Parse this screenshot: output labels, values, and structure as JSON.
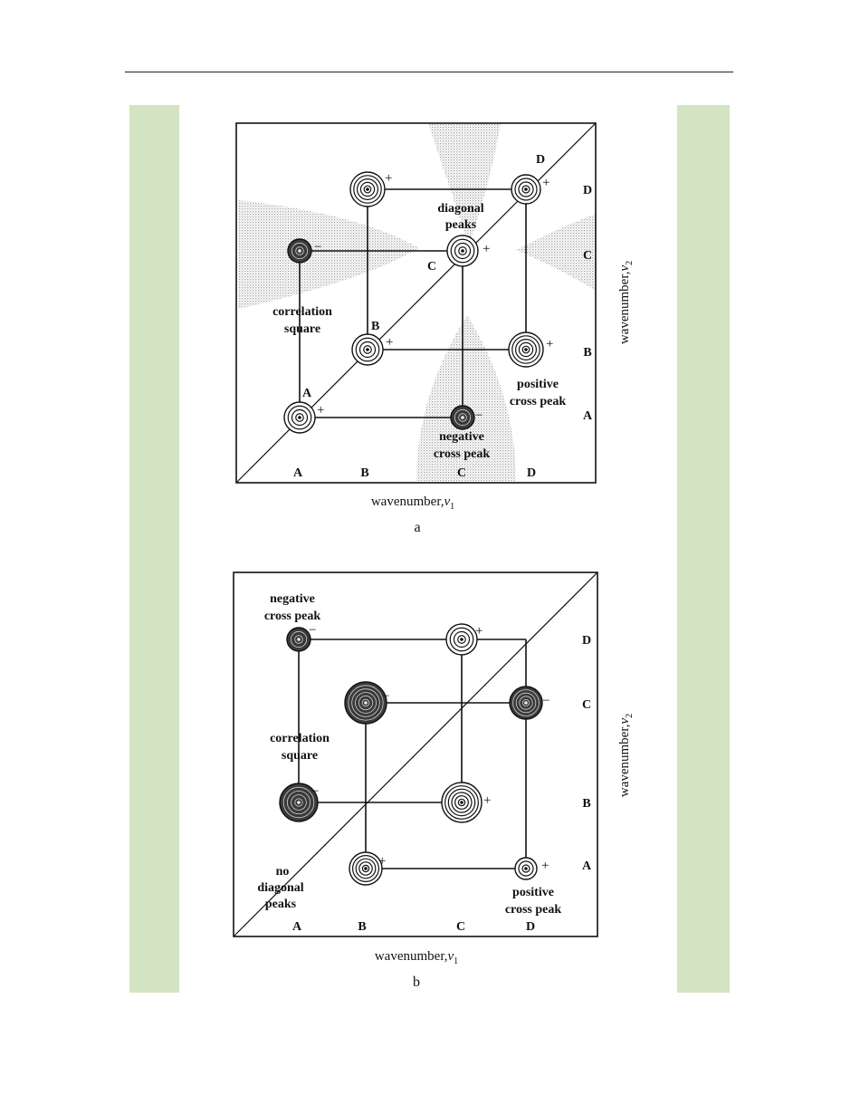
{
  "panel_a": {
    "axis_letters_x": [
      "A",
      "B",
      "C",
      "D"
    ],
    "axis_letters_y": [
      "A",
      "B",
      "C",
      "D"
    ],
    "diag_letters": [
      "A",
      "B",
      "C",
      "D"
    ],
    "x_label": "wavenumber,",
    "x_symbol": "ν",
    "x_subscript": "1",
    "y_label": "wavenumber,",
    "y_symbol": "ν",
    "y_subscript": "2",
    "caption": "a",
    "annotations": {
      "diagonal_line1": "diagonal",
      "diagonal_line2": "peaks",
      "correlation_line1": "correlation",
      "correlation_line2": "square",
      "positive_line1": "positive",
      "positive_line2": "cross peak",
      "negative_line1": "negative",
      "negative_line2": "cross peak"
    }
  },
  "panel_b": {
    "axis_letters_x": [
      "A",
      "B",
      "C",
      "D"
    ],
    "axis_letters_y": [
      "A",
      "B",
      "C",
      "D"
    ],
    "x_label": "wavenumber,",
    "x_symbol": "ν",
    "x_subscript": "1",
    "y_label": "wavenumber,",
    "y_symbol": "ν",
    "y_subscript": "2",
    "caption": "b",
    "annotations": {
      "negative_line1": "negative",
      "negative_line2": "cross peak",
      "correlation_line1": "correlation",
      "correlation_line2": "square",
      "nodiag_line1": "no",
      "nodiag_line2": "diagonal",
      "nodiag_line3": "peaks",
      "positive_line1": "positive",
      "positive_line2": "cross peak"
    }
  },
  "signs": {
    "plus": "+",
    "minus": "−"
  },
  "colors": {
    "side_band": "#d3e4c2",
    "line": "#111111",
    "shade": "#c8c8c8"
  }
}
